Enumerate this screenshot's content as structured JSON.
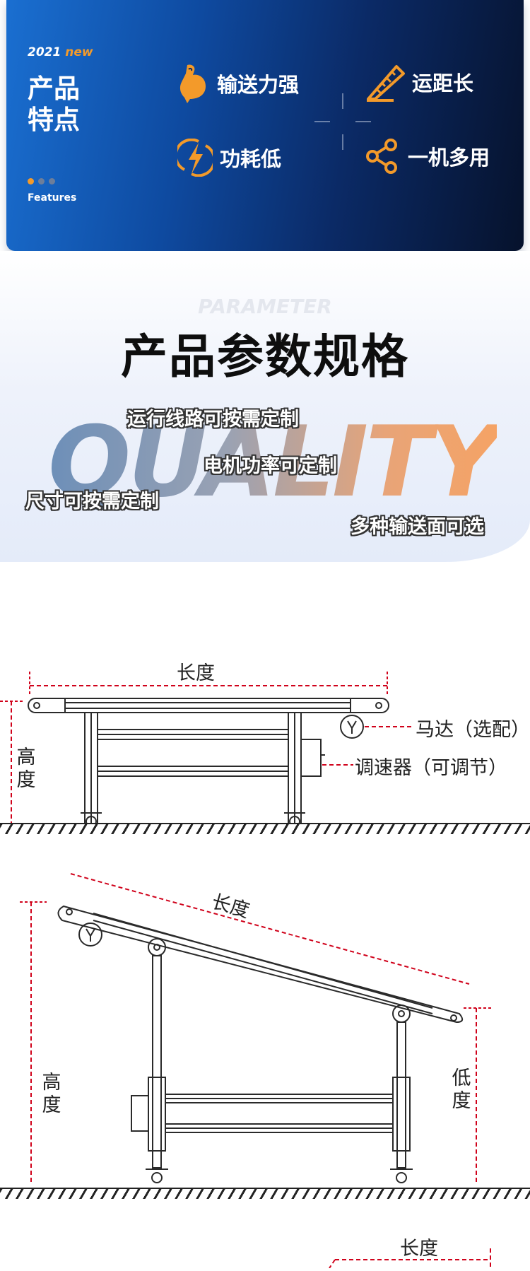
{
  "banner": {
    "year": "2021",
    "year_suffix": "new",
    "title": "产品特点",
    "subtitle": "Features",
    "accent_color": "#f39a2a",
    "features": [
      {
        "label": "输送力强",
        "icon": "muscle-arm-icon"
      },
      {
        "label": "运距长",
        "icon": "ruler-icon"
      },
      {
        "label": "功耗低",
        "icon": "lightning-bolt-icon"
      },
      {
        "label": "一机多用",
        "icon": "share-network-icon"
      }
    ]
  },
  "parameter": {
    "en_title": "PARAMETER",
    "title": "产品参数规格",
    "watermark": "QUALITY",
    "tags": [
      "运行线路可按需定制",
      "电机功率可定制",
      "尺寸可按需定制",
      "多种输送面可选"
    ]
  },
  "diagram1": {
    "length_label": "长度",
    "height_label": "高度",
    "motor_label": "马达（选配）",
    "controller_label": "调速器（可调节）"
  },
  "diagram2": {
    "length_label": "长度",
    "high_label": "高度",
    "low_label": "低度"
  },
  "diagram3": {
    "length_label": "长度"
  }
}
